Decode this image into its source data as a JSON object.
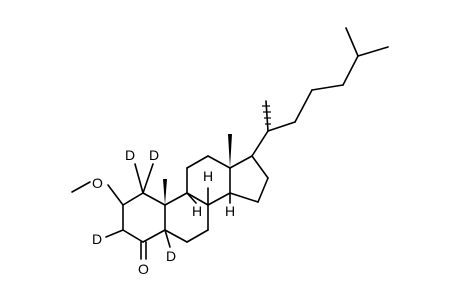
{
  "molecule": {
    "atom_labels": {
      "d1a": "D",
      "d1b": "D",
      "d3": "D",
      "d5": "D",
      "o_methoxy": "O",
      "o_ketone": "O",
      "h8": "H",
      "h9": "H",
      "h14": "H"
    },
    "colors": {
      "ink": "#000000",
      "background": "#ffffff"
    }
  }
}
